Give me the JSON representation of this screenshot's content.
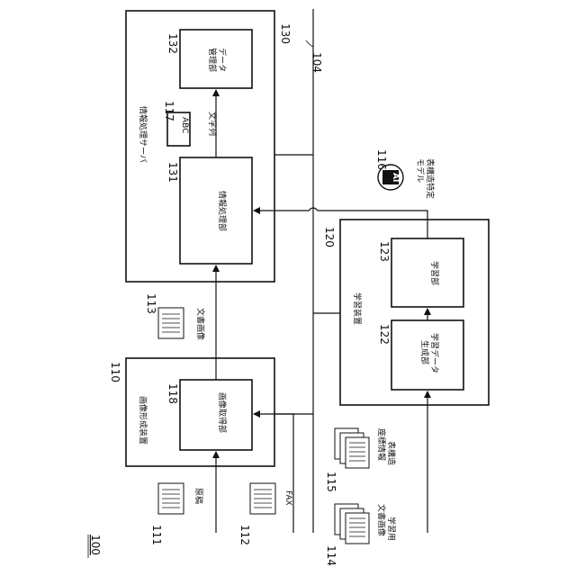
{
  "figure_ref": "100",
  "units": {
    "image_forming": {
      "ref": "110",
      "label": "画像形成装置"
    },
    "image_acquisition": {
      "ref": "118",
      "label": "画像取得部"
    },
    "info_server": {
      "ref": "130",
      "label": "情報処理サーバ"
    },
    "info_processing": {
      "ref": "131",
      "label": "情報処理部"
    },
    "data_management": {
      "ref": "132",
      "label": "データ管理部"
    },
    "learning_device": {
      "ref": "120",
      "label": "学習装置"
    },
    "learning_unit": {
      "ref": "123",
      "label": "学習部"
    },
    "learning_data_gen": {
      "ref": "122",
      "label": "学習データ生成部"
    },
    "network": {
      "ref": "104"
    }
  },
  "items": {
    "original": {
      "ref": "111",
      "label": "原稿"
    },
    "fax_doc": {
      "ref": "112",
      "label": "FAX"
    },
    "document_image": {
      "ref": "113",
      "label": "文書画像"
    },
    "structure_info": {
      "ref": "115",
      "label": "表構造座標情報"
    },
    "training_images": {
      "ref": "114",
      "label": "学習用文書画像"
    },
    "char_string": {
      "ref": "117",
      "label": "ABC",
      "caption": "文字列"
    },
    "ai_model": {
      "ref": "116",
      "label": "AI",
      "caption": "表構造特定モデル"
    }
  },
  "colors": {
    "line": "#111111",
    "background": "#ffffff",
    "ai_fill": "#111111"
  }
}
